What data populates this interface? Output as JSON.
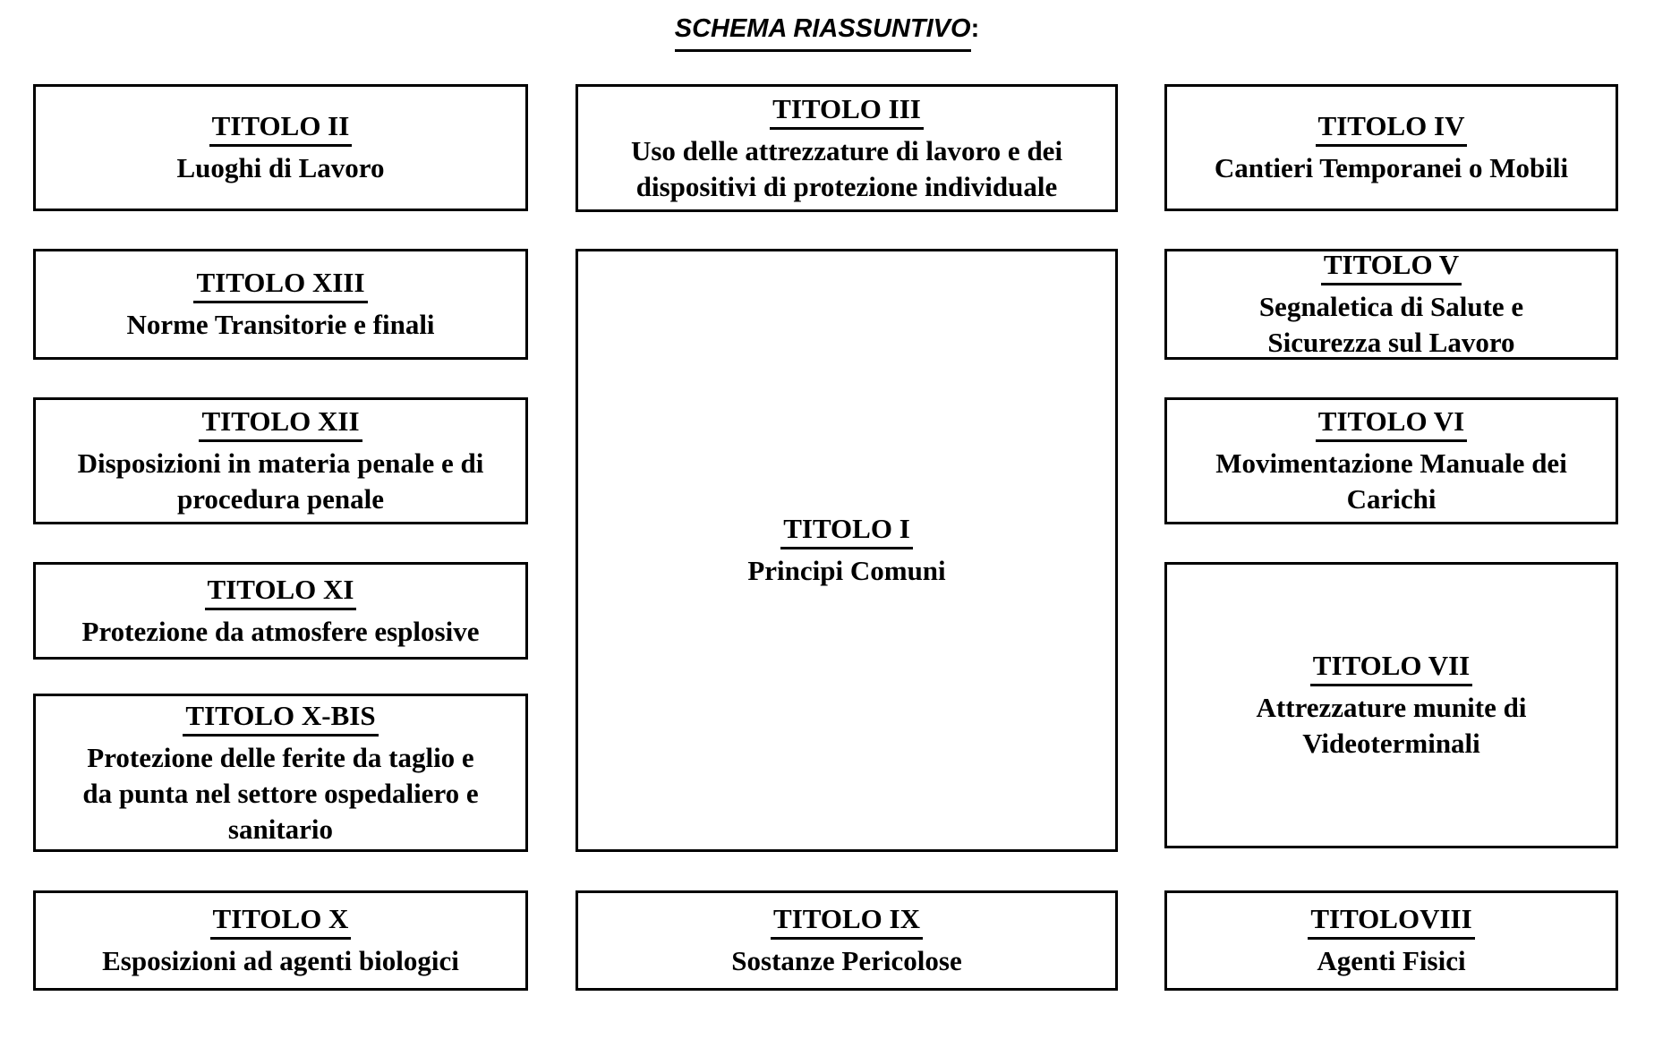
{
  "header": {
    "title": "SCHEMA RIASSUNTIVO",
    "colon": ":"
  },
  "boxes": [
    {
      "key": "titolo-ii",
      "title": "TITOLO II",
      "subtitle": "Luoghi di Lavoro"
    },
    {
      "key": "titolo-iii",
      "title": "TITOLO III",
      "subtitle": "Uso delle attrezzature di lavoro e dei\ndispositivi di protezione individuale"
    },
    {
      "key": "titolo-iv",
      "title": "TITOLO IV",
      "subtitle": "Cantieri Temporanei o Mobili"
    },
    {
      "key": "titolo-xiii",
      "title": "TITOLO XIII",
      "subtitle": "Norme Transitorie e finali"
    },
    {
      "key": "titolo-i",
      "title": "TITOLO I",
      "subtitle": "Principi Comuni"
    },
    {
      "key": "titolo-v",
      "title": "TITOLO V",
      "subtitle": "Segnaletica di Salute e\nSicurezza sul Lavoro"
    },
    {
      "key": "titolo-xii",
      "title": "TITOLO XII",
      "subtitle": "Disposizioni in materia penale e di\nprocedura penale"
    },
    {
      "key": "titolo-vi",
      "title": "TITOLO VI",
      "subtitle": "Movimentazione Manuale dei\nCarichi"
    },
    {
      "key": "titolo-xi",
      "title": "TITOLO XI",
      "subtitle": "Protezione da atmosfere esplosive"
    },
    {
      "key": "titolo-vii",
      "title": "TITOLO VII",
      "subtitle": "Attrezzature munite di\nVideoterminali"
    },
    {
      "key": "titolo-x-bis",
      "title": "TITOLO X-BIS",
      "subtitle": "Protezione delle ferite da taglio e\nda punta nel settore ospedaliero e\nsanitario"
    },
    {
      "key": "titolo-x",
      "title": "TITOLO X",
      "subtitle": "Esposizioni ad agenti biologici"
    },
    {
      "key": "titolo-ix",
      "title": "TITOLO IX",
      "subtitle": "Sostanze Pericolose"
    },
    {
      "key": "titolo-viii",
      "title": "TITOLOVIII",
      "subtitle": "Agenti Fisici"
    }
  ],
  "colors": {
    "text": "#000000",
    "background": "#ffffff",
    "border": "#000000"
  }
}
